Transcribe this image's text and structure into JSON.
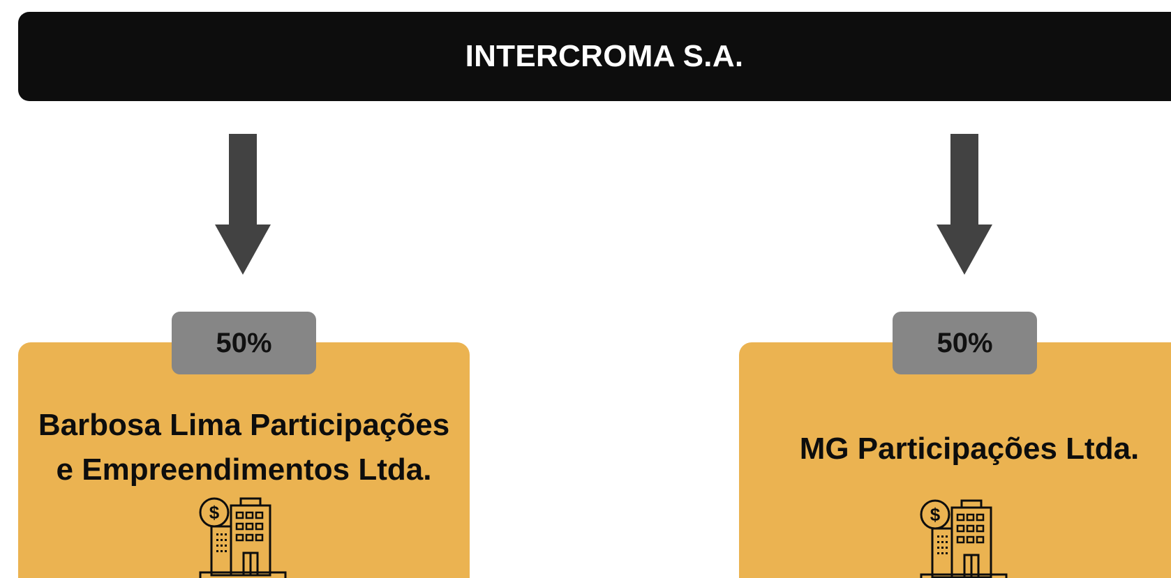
{
  "header": {
    "title": "INTERCROMA S.A."
  },
  "colors": {
    "header_bg": "#0d0d0d",
    "arrow": "#424242",
    "card_bg": "#ebb351",
    "badge_bg": "#868686"
  },
  "nodes": [
    {
      "percentage": "50%",
      "name_line1": "Barbosa Lima Participações",
      "name_line2": "e Empreendimentos Ltda.",
      "icon": "building-money-icon"
    },
    {
      "percentage": "50%",
      "name_line1": "MG Participações Ltda.",
      "icon": "building-money-icon"
    }
  ]
}
